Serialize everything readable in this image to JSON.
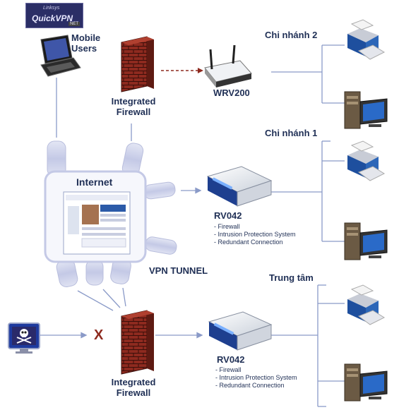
{
  "logo": {
    "sub": "Linksys",
    "main": "QuickVPN",
    "tag": "NET"
  },
  "labels": {
    "mobile_users": [
      "Mobile",
      "Users"
    ],
    "firewall_top": [
      "Integrated",
      "Firewall"
    ],
    "firewall_bottom": [
      "Integrated",
      "Firewall"
    ],
    "wrv200": "WRV200",
    "branch2": "Chi nhánh 2",
    "branch1": "Chi nhánh 1",
    "hq": "Trung tâm",
    "internet": "Internet",
    "vpn_tunnel": "VPN TUNNEL",
    "rv042_top": "RV042",
    "rv042_bottom": "RV042",
    "blocked_mark": "X"
  },
  "features_top": [
    "- Firewall",
    "- Intrusion Protection System",
    "- Redundant Connection"
  ],
  "features_bottom": [
    "- Firewall",
    "- Intrusion Protection System",
    "- Redundant Connection"
  ],
  "colors": {
    "label_text": "#1f2f55",
    "line": "#8a9ac8",
    "tunnel": "#c6cbe6",
    "brick": "#8e2a1f",
    "device": "#1e3f8f"
  }
}
